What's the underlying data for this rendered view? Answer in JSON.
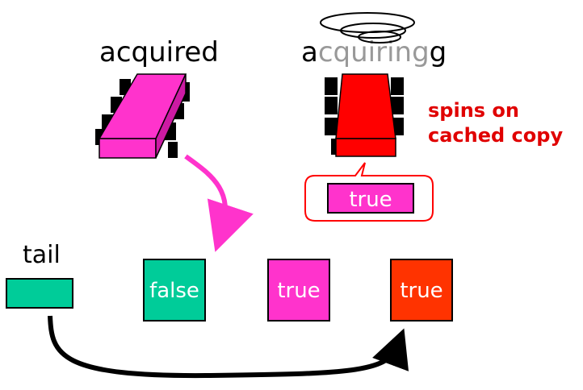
{
  "colors": {
    "magenta": "#ff33cc",
    "red": "#ff0000",
    "teal": "#00cc99",
    "orange_red": "#ff3300",
    "gray": "#999999",
    "black": "#000000",
    "white": "#ffffff"
  },
  "processors": {
    "left": {
      "label": "acquired",
      "color": "magenta"
    },
    "right": {
      "label_prefix": "a",
      "label_gray": "cquiring",
      "label_suffix": "g",
      "color": "red"
    }
  },
  "annotation": {
    "line1": "spins on",
    "line2": "cached copy"
  },
  "cache_bubble": {
    "value": "true"
  },
  "queue": {
    "tail_label": "tail",
    "nodes": [
      {
        "value": "false",
        "color": "teal"
      },
      {
        "value": "true",
        "color": "magenta"
      },
      {
        "value": "true",
        "color": "orange_red"
      }
    ]
  }
}
